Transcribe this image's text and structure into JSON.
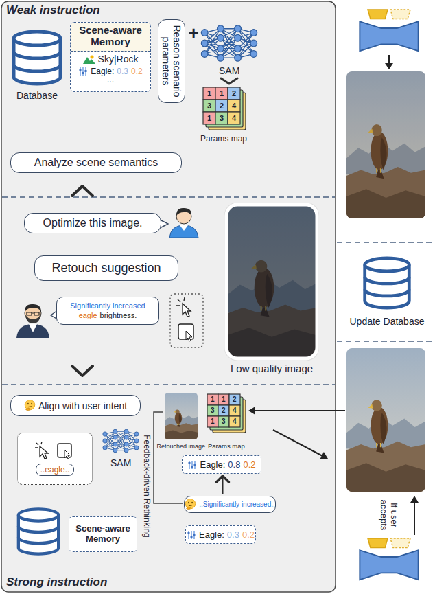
{
  "diagram": {
    "nodes": [
      {
        "text": [
          "Scene-aware Memory",
          "Sky|Rock",
          "Eagle:",
          "0.3",
          "0.2",
          "..."
        ]
      },
      {
        "text": [
          "Reason scenario parameters"
        ]
      },
      {
        "text": [
          "Analyze scene semantics"
        ]
      },
      {
        "text": [
          "Optimize this image."
        ]
      },
      {
        "text": [
          "Retouch suggestion"
        ]
      },
      {
        "text": [
          "Significantly increased",
          "eagle",
          "brightness."
        ]
      },
      {
        "text": [
          "Align with user intent"
        ]
      },
      {
        "text": [
          "..eagle.."
        ]
      },
      {
        "text": [
          "Scene-aware Memory"
        ]
      },
      {
        "text": [
          "Eagle:",
          "0.8",
          "0.2"
        ]
      },
      {
        "text": [
          "..Significantly increased.."
        ]
      },
      {
        "text": [
          "Eagle:",
          "0.3",
          "0.2"
        ]
      }
    ],
    "edges": [
      {
        "from": 10,
        "to": 9,
        "arrow": "to"
      }
    ],
    "labels": [
      "Weak instruction",
      "Database",
      "+",
      "SAM",
      "1",
      "1",
      "2",
      "3",
      "2",
      "4",
      "1",
      "3",
      "4",
      "Params map",
      "Low quality image",
      "Update Database",
      "SAM",
      "Feedback-driven Rethinking",
      "Retouched image",
      "1",
      "1",
      "2",
      "3",
      "2",
      "4",
      "1",
      "3",
      "4",
      "Params map",
      "If user accepts",
      "Strong instruction"
    ]
  }
}
